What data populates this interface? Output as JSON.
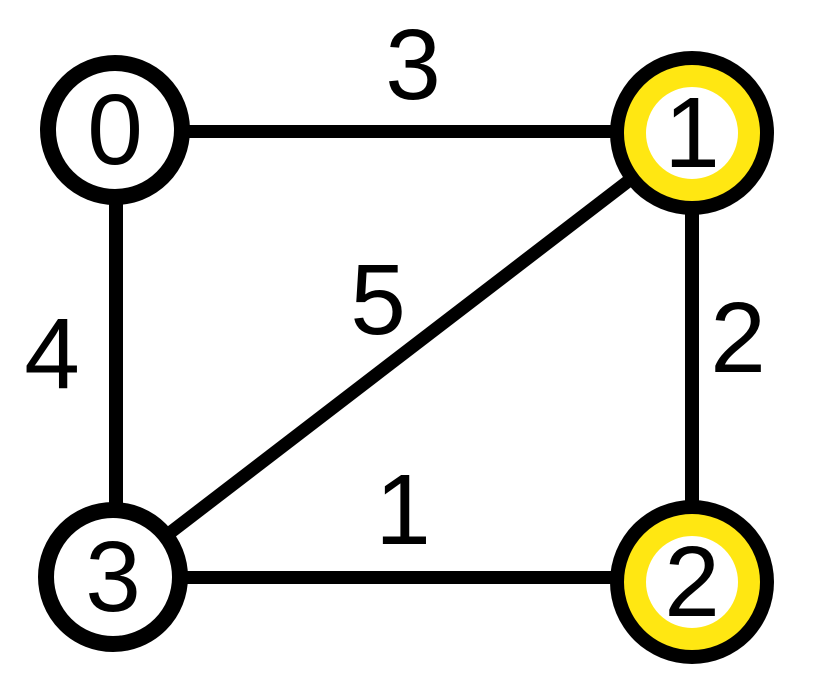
{
  "colors": {
    "stroke": "#000000",
    "highlight": "#FFE712",
    "node-fill": "#FFFFFF",
    "bg": "#FFFFFF"
  },
  "graph": {
    "type": "undirected-weighted-graph",
    "nodes": [
      {
        "id": 0,
        "label": "0",
        "highlighted": false,
        "position": "top-left"
      },
      {
        "id": 1,
        "label": "1",
        "highlighted": true,
        "position": "top-right"
      },
      {
        "id": 2,
        "label": "2",
        "highlighted": true,
        "position": "bottom-right"
      },
      {
        "id": 3,
        "label": "3",
        "highlighted": false,
        "position": "bottom-left"
      }
    ],
    "edges": [
      {
        "from": 0,
        "to": 1,
        "weight": "3"
      },
      {
        "from": 0,
        "to": 3,
        "weight": "4"
      },
      {
        "from": 1,
        "to": 2,
        "weight": "2"
      },
      {
        "from": 3,
        "to": 2,
        "weight": "1"
      },
      {
        "from": 3,
        "to": 1,
        "weight": "5"
      }
    ]
  }
}
